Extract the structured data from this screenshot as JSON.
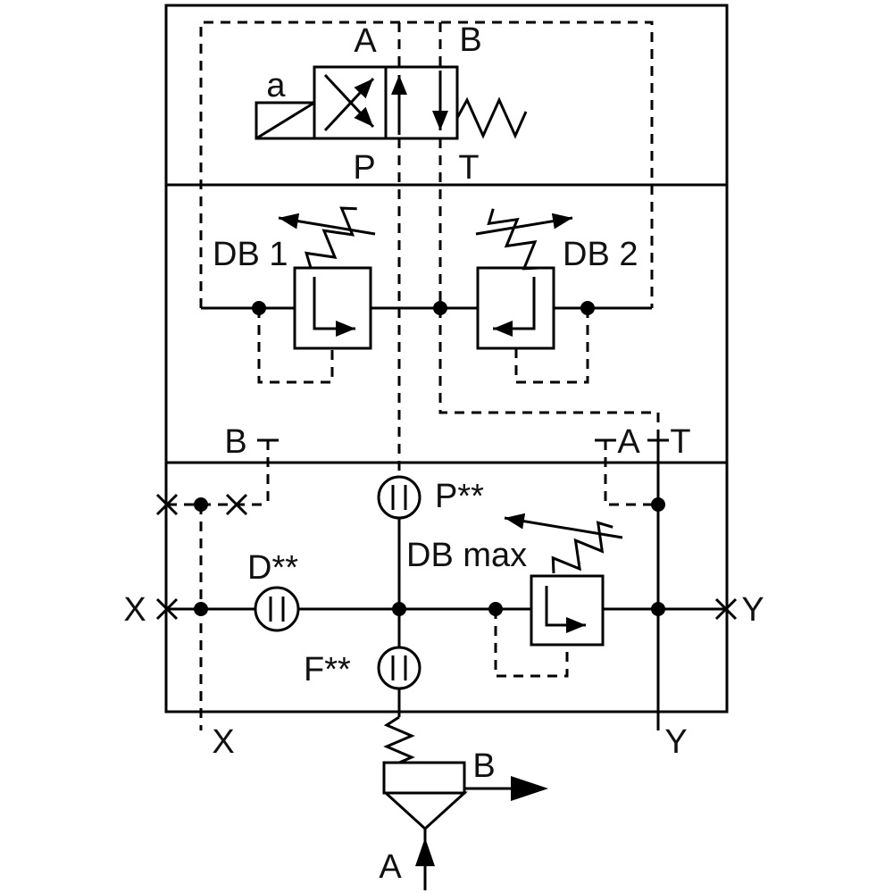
{
  "colors": {
    "line": "#000000",
    "background": "#ffffff",
    "text": "#111111"
  },
  "directional_valve": {
    "solenoid": "a",
    "port_a": "A",
    "port_b": "B",
    "port_p": "P",
    "port_t": "T"
  },
  "relief_section": {
    "db1": "DB 1",
    "db2": "DB 2",
    "port_b": "B",
    "port_a": "A",
    "port_t": "T"
  },
  "manifold_section": {
    "measure_p": "P**",
    "measure_d": "D**",
    "measure_f": "F**",
    "db_max": "DB max",
    "port_x_side": "X",
    "port_y_side": "Y",
    "port_x_bottom": "X",
    "port_y_bottom": "Y"
  },
  "check_valve": {
    "port_b": "B",
    "port_a": "A"
  }
}
